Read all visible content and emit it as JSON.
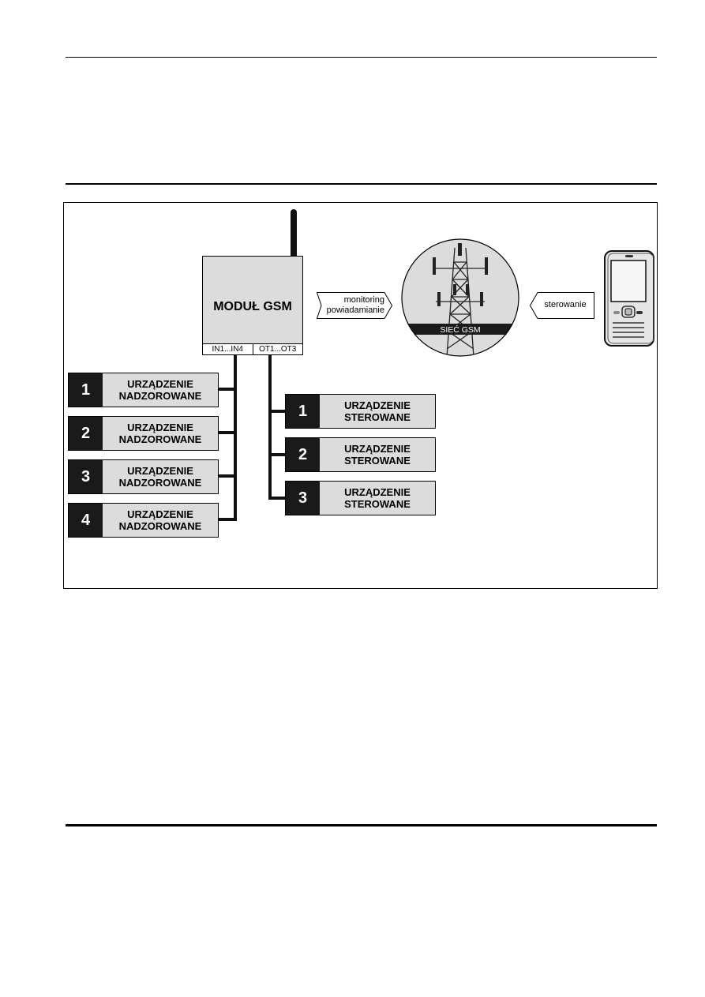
{
  "diagram": {
    "module": {
      "title": "MODUŁ GSM",
      "port_inputs": "IN1...IN4",
      "port_outputs": "OT1...OT3"
    },
    "monitoring_arrow": {
      "line1": "monitoring",
      "line2": "powiadamianie"
    },
    "network_label": "SIEĆ GSM",
    "control_arrow": "sterowanie",
    "supervised_devices": [
      {
        "num": "1",
        "line1": "URZĄDZENIE",
        "line2": "NADZOROWANE"
      },
      {
        "num": "2",
        "line1": "URZĄDZENIE",
        "line2": "NADZOROWANE"
      },
      {
        "num": "3",
        "line1": "URZĄDZENIE",
        "line2": "NADZOROWANE"
      },
      {
        "num": "4",
        "line1": "URZĄDZENIE",
        "line2": "NADZOROWANE"
      }
    ],
    "controlled_devices": [
      {
        "num": "1",
        "line1": "URZĄDZENIE",
        "line2": "STEROWANE"
      },
      {
        "num": "2",
        "line1": "URZĄDZENIE",
        "line2": "STEROWANE"
      },
      {
        "num": "3",
        "line1": "URZĄDZENIE",
        "line2": "STEROWANE"
      }
    ]
  }
}
